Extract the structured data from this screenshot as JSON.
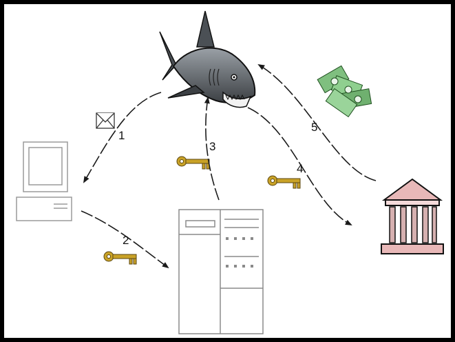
{
  "diagram": {
    "steps": [
      {
        "id": "1",
        "label": "1"
      },
      {
        "id": "2",
        "label": "2"
      },
      {
        "id": "3",
        "label": "3"
      },
      {
        "id": "4",
        "label": "4"
      },
      {
        "id": "5",
        "label": "5"
      }
    ],
    "nodes": [
      {
        "id": "shark",
        "icon": "shark-icon"
      },
      {
        "id": "user-computer",
        "icon": "computer-icon"
      },
      {
        "id": "server",
        "icon": "server-icon"
      },
      {
        "id": "bank",
        "icon": "bank-icon"
      },
      {
        "id": "money",
        "icon": "money-icon"
      }
    ],
    "colors": {
      "arrow": "#1a1a1a",
      "key": "#c9a227",
      "bank_roof": "#e8b8b8",
      "money": "#3f8f3f",
      "shark": "#6e7378"
    }
  }
}
